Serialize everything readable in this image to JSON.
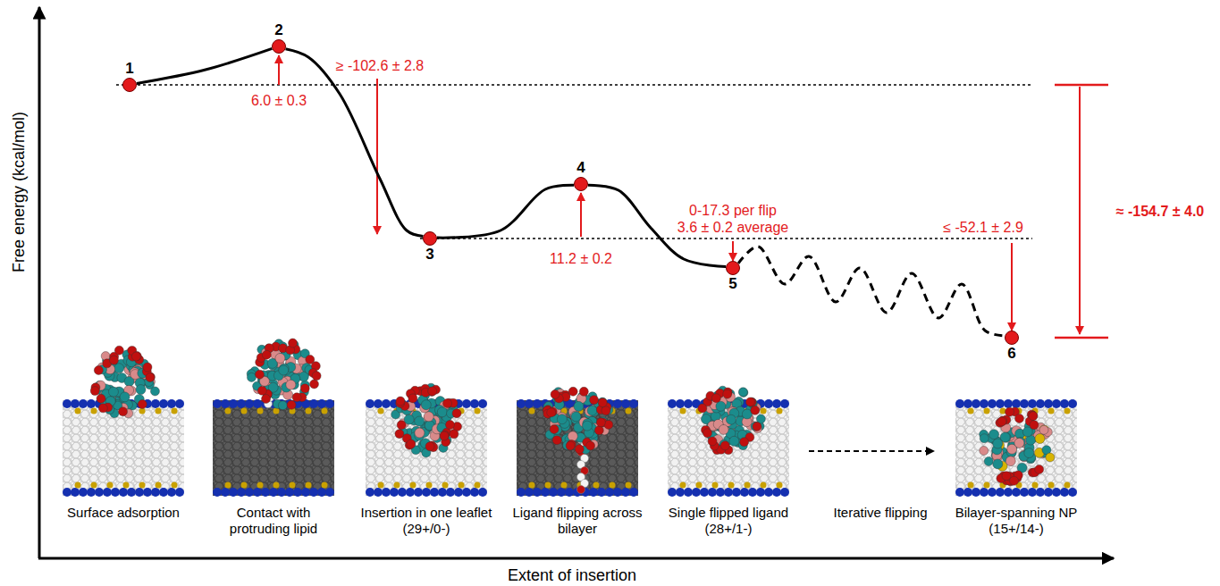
{
  "diagram": {
    "nodes": [
      {
        "text": [
          "1"
        ]
      },
      {
        "text": [
          "2"
        ]
      },
      {
        "text": [
          "3"
        ]
      },
      {
        "text": [
          "4"
        ]
      },
      {
        "text": [
          "5"
        ]
      },
      {
        "text": [
          "6"
        ]
      }
    ],
    "edges": [
      {
        "from": 0,
        "to": 1,
        "arrow": "none"
      },
      {
        "from": 1,
        "to": 2,
        "arrow": "none"
      },
      {
        "from": 2,
        "to": 3,
        "arrow": "none"
      },
      {
        "from": 3,
        "to": 4,
        "arrow": "none"
      },
      {
        "from": 4,
        "to": 5,
        "arrow": "none"
      }
    ],
    "labels": [
      "Free energy (kcal/mol)",
      "Extent of insertion",
      "≥ -102.6 ± 2.8",
      "6.0 ± 0.3",
      "11.2 ± 0.2",
      "0-17.3 per flip",
      "3.6 ± 0.2 average",
      "≤ -52.1 ± 2.9",
      "≈ -154.7 ± 4.0",
      "Surface adsorption",
      "Contact with protruding lipid",
      "Insertion in one leaflet (29+/0-)",
      "Ligand flipping across bilayer",
      "Single flipped ligand (28+/1-)",
      "Iterative flipping",
      "Bilayer-spanning NP (15+/14-)"
    ]
  }
}
